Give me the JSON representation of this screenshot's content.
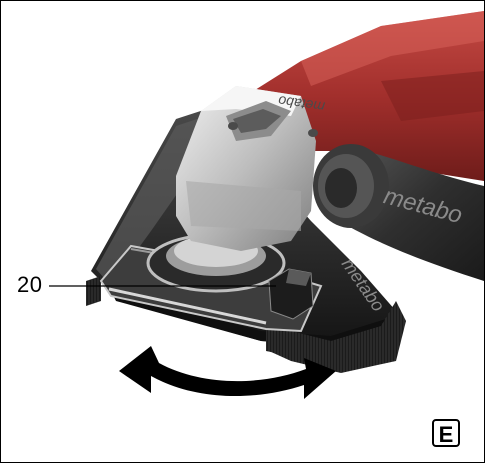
{
  "figure": {
    "callout_number": "20",
    "figure_letter": "E",
    "brand_marks": [
      "metabo",
      "metabo",
      "metabo"
    ]
  },
  "colors": {
    "housing_red": "#b8322e",
    "body_dark": "#2a2a2a",
    "metal_silver": "#c8c8c8",
    "guard_black": "#1a1a1a",
    "arrow_black": "#000000"
  }
}
